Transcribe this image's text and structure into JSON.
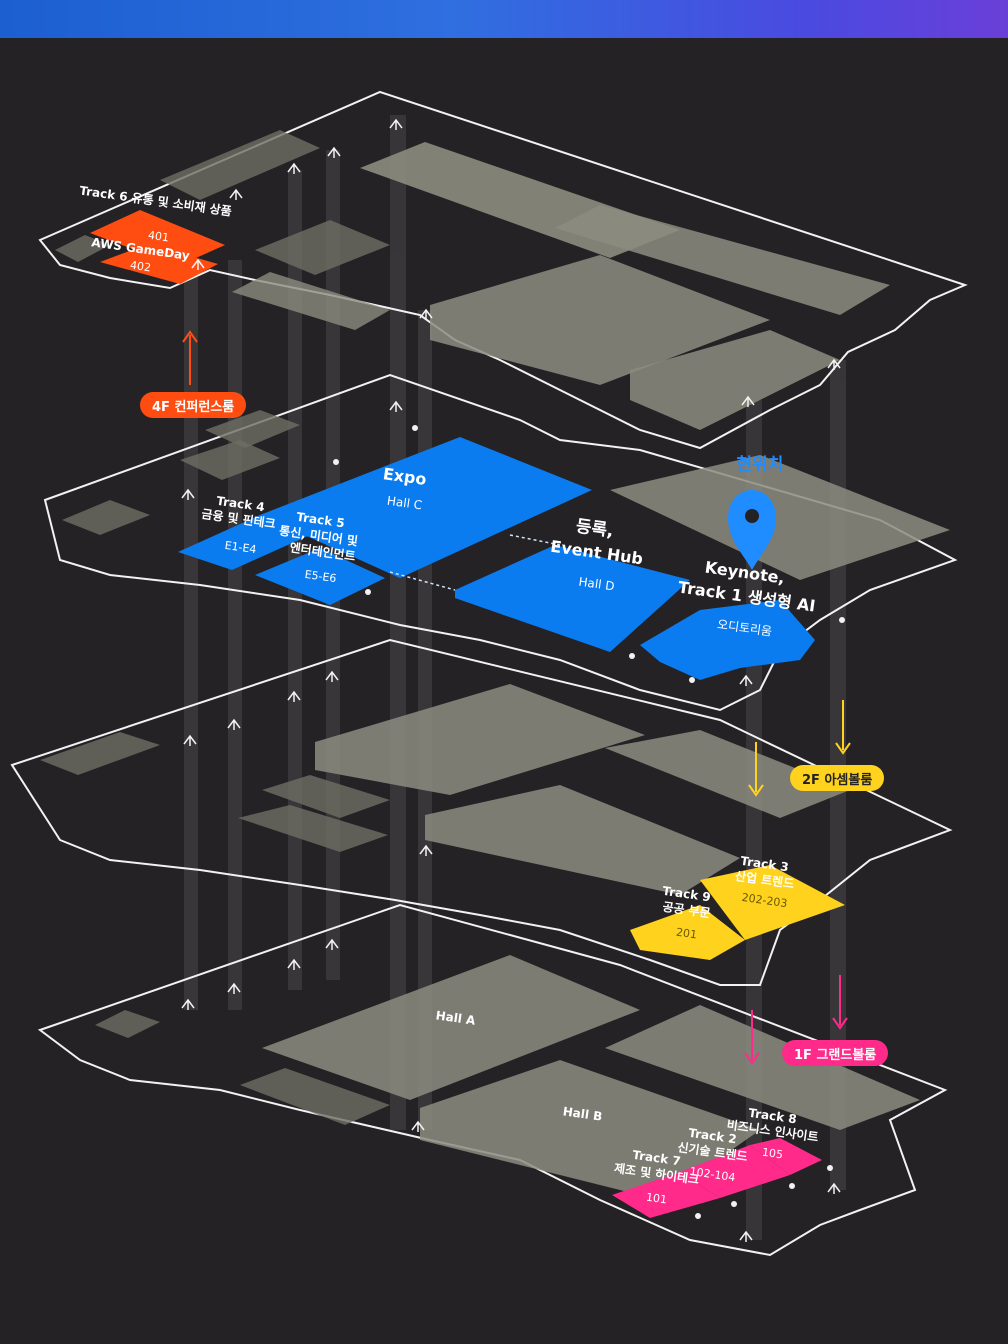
{
  "colors": {
    "background": "#242224",
    "floor_outline": "#f2f2f2",
    "room_gray": "#8c8c80",
    "room_gray_dark": "#6e6e64",
    "orange": "#ff4d12",
    "blue": "#0a7cf0",
    "yellow": "#ffd21e",
    "pink": "#ff2a8a",
    "location_blue": "#1f8cff"
  },
  "floors": {
    "f4": {
      "label": "4F 컨퍼런스룸",
      "rooms": [
        {
          "title": "Track 6 유통 및 소비재 상품",
          "number": "401"
        },
        {
          "title": "AWS GameDay",
          "number": "402"
        }
      ]
    },
    "f3": {
      "expo": {
        "title": "Expo",
        "hall": "Hall C"
      },
      "track4": {
        "title": "Track 4",
        "subtitle": "금융 및 핀테크",
        "number": "E1-E4"
      },
      "track5": {
        "title": "Track 5",
        "subtitle1": "통신, 미디어 및",
        "subtitle2": "엔터테인먼트",
        "number": "E5-E6"
      },
      "registration": {
        "title1": "등록,",
        "title2": "Event Hub",
        "hall": "Hall D"
      },
      "keynote": {
        "title1": "Keynote,",
        "title2": "Track 1 생성형 AI",
        "room": "오디토리움"
      },
      "you_are_here": "현위치"
    },
    "f2": {
      "label": "2F 아셈볼룸",
      "track3": {
        "title": "Track 3",
        "subtitle": "산업 트렌드",
        "number": "202-203"
      },
      "track9": {
        "title": "Track 9",
        "subtitle": "공공 부문",
        "number": "201"
      }
    },
    "f1": {
      "label": "1F 그랜드볼룸",
      "hall_a": "Hall A",
      "hall_b": "Hall B",
      "track8": {
        "title": "Track 8",
        "subtitle": "비즈니스 인사이트",
        "number": "105"
      },
      "track2": {
        "title": "Track 2",
        "subtitle": "신기술 트렌드",
        "number": "102-104"
      },
      "track7": {
        "title": "Track 7",
        "subtitle": "제조 및 하이테크",
        "number": "101"
      }
    }
  }
}
